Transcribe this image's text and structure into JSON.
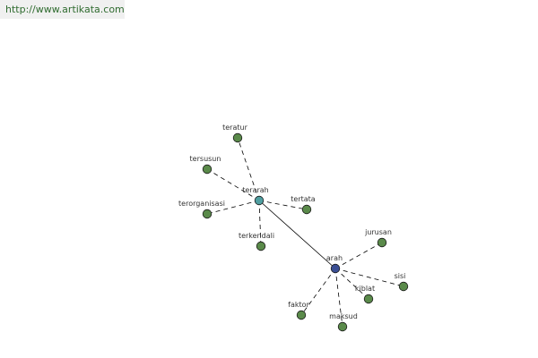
{
  "header": {
    "url": "http://www.artikata.com"
  },
  "colors": {
    "leaf_node": "#5a8a4a",
    "hub_terarah": "#4f9ea0",
    "hub_arah": "#3b4f94",
    "edge": "#000000",
    "url_text": "#2f6b2f",
    "url_bg": "#f0f0f0"
  },
  "graph": {
    "nodes": [
      {
        "id": "terarah",
        "label": "terarah",
        "kind": "hub"
      },
      {
        "id": "arah",
        "label": "arah",
        "kind": "hub"
      },
      {
        "id": "teratur",
        "label": "teratur",
        "kind": "leaf"
      },
      {
        "id": "tersusun",
        "label": "tersusun",
        "kind": "leaf"
      },
      {
        "id": "terorganisasi",
        "label": "terorganisasi",
        "kind": "leaf"
      },
      {
        "id": "tertata",
        "label": "tertata",
        "kind": "leaf"
      },
      {
        "id": "terkendali",
        "label": "terkendali",
        "kind": "leaf"
      },
      {
        "id": "jurusan",
        "label": "jurusan",
        "kind": "leaf"
      },
      {
        "id": "sisi",
        "label": "sisi",
        "kind": "leaf"
      },
      {
        "id": "kiblat",
        "label": "kiblat",
        "kind": "leaf"
      },
      {
        "id": "maksud",
        "label": "maksud",
        "kind": "leaf"
      },
      {
        "id": "faktor",
        "label": "faktor",
        "kind": "leaf"
      }
    ],
    "edges": [
      {
        "from": "terarah",
        "to": "arah",
        "style": "solid"
      },
      {
        "from": "terarah",
        "to": "teratur",
        "style": "dashed"
      },
      {
        "from": "terarah",
        "to": "tersusun",
        "style": "dashed"
      },
      {
        "from": "terarah",
        "to": "terorganisasi",
        "style": "dashed"
      },
      {
        "from": "terarah",
        "to": "tertata",
        "style": "dashed"
      },
      {
        "from": "terarah",
        "to": "terkendali",
        "style": "dashed"
      },
      {
        "from": "arah",
        "to": "jurusan",
        "style": "dashed"
      },
      {
        "from": "arah",
        "to": "sisi",
        "style": "dashed"
      },
      {
        "from": "arah",
        "to": "kiblat",
        "style": "dashed"
      },
      {
        "from": "arah",
        "to": "maksud",
        "style": "dashed"
      },
      {
        "from": "arah",
        "to": "faktor",
        "style": "dashed"
      }
    ]
  }
}
